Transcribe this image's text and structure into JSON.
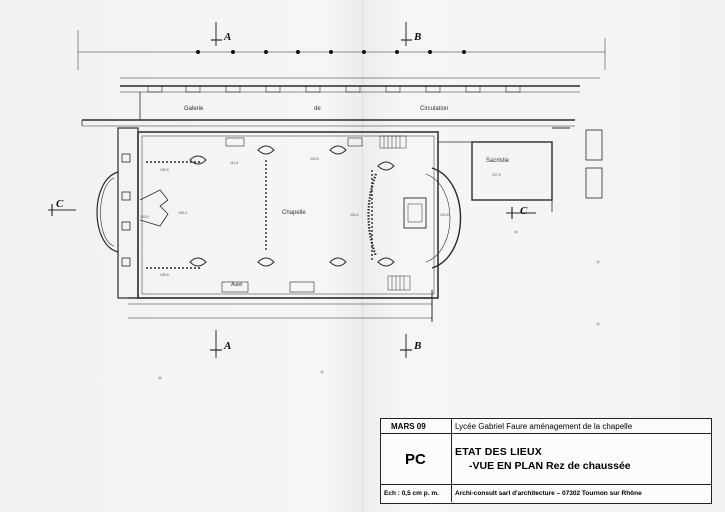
{
  "plan": {
    "rooms": {
      "galerie": "Galerie",
      "de": "de",
      "circulation": "Circulation",
      "chapelle": "Chapelle",
      "sacristie": "Sacristie",
      "autel": "Autel"
    },
    "section_marks": [
      "A",
      "B",
      "A",
      "B",
      "C",
      "C"
    ]
  },
  "title_block": {
    "date": "MARS 09",
    "project": "Lycée Gabriel Faure aménagement de la chapelle",
    "code": "PC",
    "title_line1": "ETAT DES LIEUX",
    "title_line2": "-VUE EN PLAN Rez de chaussée",
    "scale": "Ech : 0,5 cm p. m.",
    "firm": "Archi-consult sarl d'architecture – 07302 Tournon sur Rhône"
  }
}
